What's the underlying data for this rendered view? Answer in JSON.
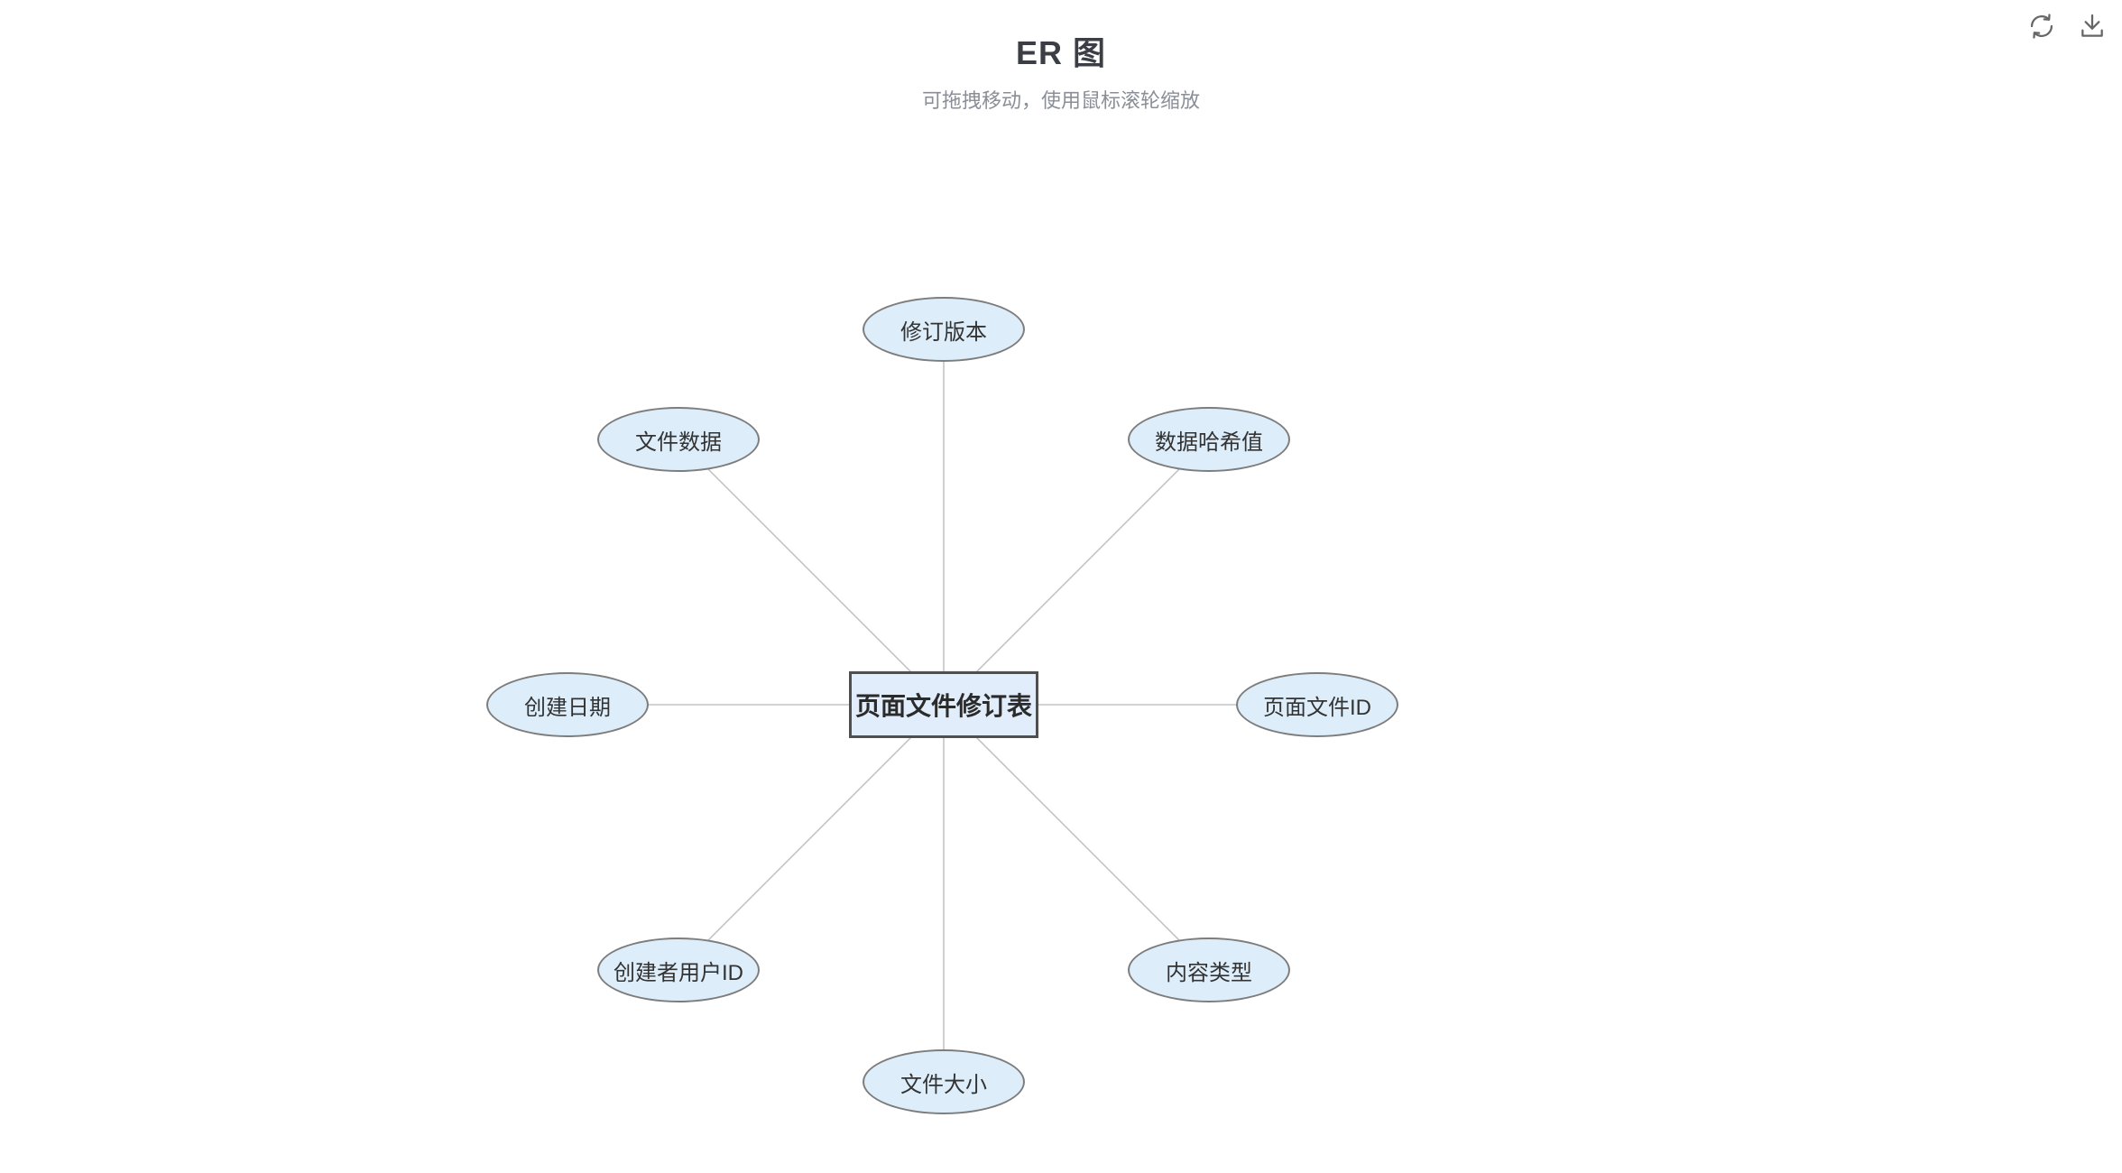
{
  "header": {
    "title": "ER 图",
    "subtitle": "可拖拽移动，使用鼠标滚轮缩放"
  },
  "toolbar": {
    "refresh_icon": "refresh",
    "download_icon": "download"
  },
  "colors": {
    "node_fill": "#ddeefa",
    "node_border": "#7d7d7d",
    "entity_fill": "#e1edfa",
    "entity_border": "#4f4f4f",
    "edge": "#c4c4c4",
    "title_text": "#3b3f45",
    "subtitle_text": "#8a8f97",
    "icon": "#666666"
  },
  "diagram": {
    "entity": {
      "label": "页面文件修订表"
    },
    "attributes": [
      {
        "label": "修订版本",
        "position": "top"
      },
      {
        "label": "文件数据",
        "position": "top-left"
      },
      {
        "label": "数据哈希值",
        "position": "top-right"
      },
      {
        "label": "创建日期",
        "position": "left"
      },
      {
        "label": "页面文件ID",
        "position": "right"
      },
      {
        "label": "创建者用户ID",
        "position": "bottom-left"
      },
      {
        "label": "内容类型",
        "position": "bottom-right"
      },
      {
        "label": "文件大小",
        "position": "bottom"
      }
    ]
  }
}
